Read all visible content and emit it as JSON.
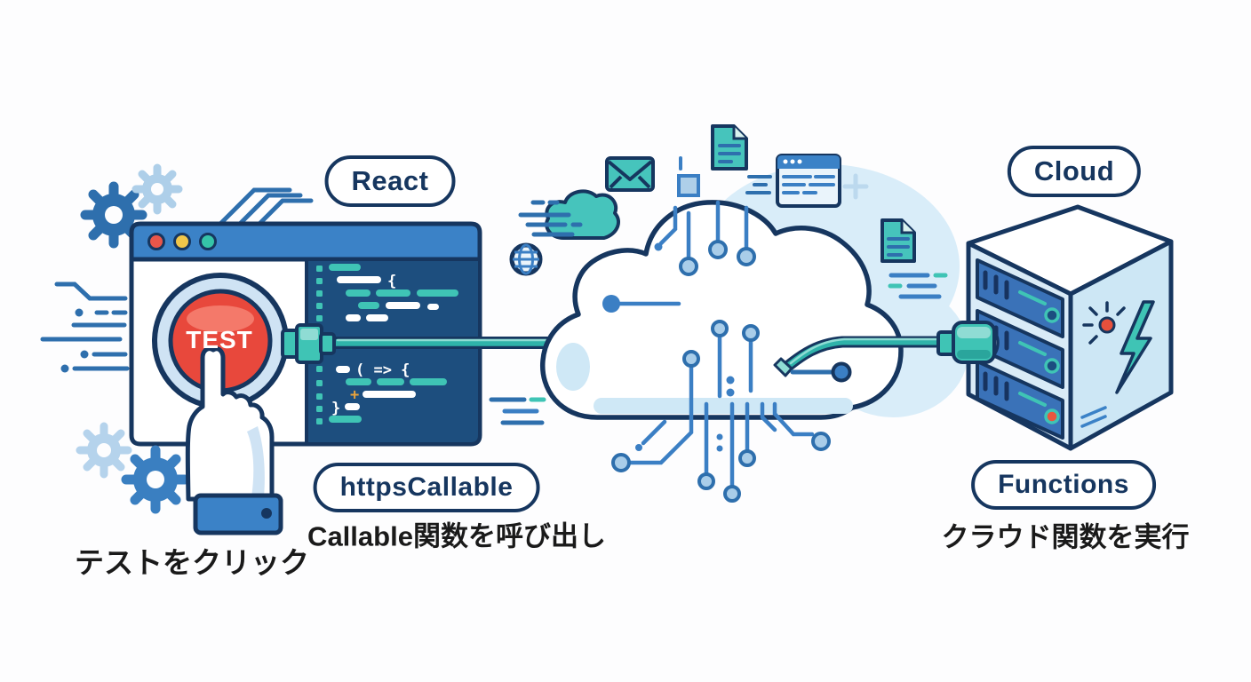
{
  "diagram": {
    "labels": {
      "react": "React",
      "https_callable": "httpsCallable",
      "cloud": "Cloud",
      "functions": "Functions"
    },
    "captions": {
      "click_test": "テストをクリック",
      "call_callable": "Callable関数を呼び出し",
      "run_cloud_function": "クラウド関数を実行"
    },
    "test_button": {
      "label": "TEST"
    },
    "code": {
      "glyphs": {
        "brace_open": "{",
        "arrow_fn": "( => {",
        "plus": "+",
        "brace_close": "}"
      }
    },
    "icons": [
      "gear-icon",
      "circuit-trace-icon",
      "browser-window-icon",
      "window-control-dot-red",
      "window-control-dot-yellow",
      "window-control-dot-green",
      "test-button",
      "hand-cursor-icon",
      "code-panel",
      "usb-plug-icon",
      "cable",
      "cable-connector-icon",
      "envelope-icon",
      "speed-cloud-icon",
      "globe-icon",
      "square-icon",
      "document-icon",
      "mini-browser-icon",
      "plus-icon",
      "cloud-shape",
      "circuit-node-icon",
      "server-icon",
      "rack-unit-icon",
      "spark-icon",
      "lightning-icon"
    ],
    "colors": {
      "outline_navy": "#16365f",
      "primary_blue": "#3b82c7",
      "panel_navy": "#1d4e7e",
      "teal": "#3fc4b5",
      "cable_teal": "#2fb3aa",
      "light_blue": "#cfe6f5",
      "pale_blue": "#d9edf9",
      "circuit_blue": "#3b7fc4",
      "decor_blue": "#2e6fad",
      "button_red": "#e8483c",
      "dot_red": "#e8564a",
      "dot_yellow": "#f0c64a",
      "dot_green": "#35c4a8",
      "glyph_orange": "#e8a33c"
    }
  }
}
